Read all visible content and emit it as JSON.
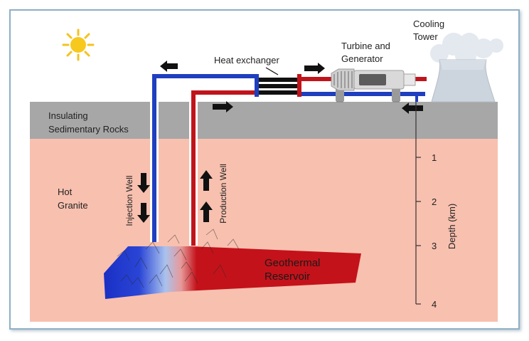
{
  "labels": {
    "cooling_tower_line1": "Cooling",
    "cooling_tower_line2": "Tower",
    "turbine_line1": "Turbine and",
    "turbine_line2": "Generator",
    "heat_exchanger": "Heat exchanger",
    "insulating_line1": "Insulating",
    "insulating_line2": "Sedimentary Rocks",
    "hot_granite_line1": "Hot",
    "hot_granite_line2": "Granite",
    "injection_well": "Injection Well",
    "production_well": "Production Well",
    "reservoir_line1": "Geothermal",
    "reservoir_line2": "Reservoir",
    "depth_axis": "Depth (km)"
  },
  "depth_ticks": [
    "1",
    "2",
    "3",
    "4"
  ],
  "colors": {
    "sky": "#ffffff",
    "sediment": "#a6a6a6",
    "granite": "#f7bfae",
    "hot_pipe": "#c0141b",
    "cold_pipe": "#1f3fbf",
    "frame_border": "#7a9ab0",
    "sun": "#f6c21a"
  }
}
